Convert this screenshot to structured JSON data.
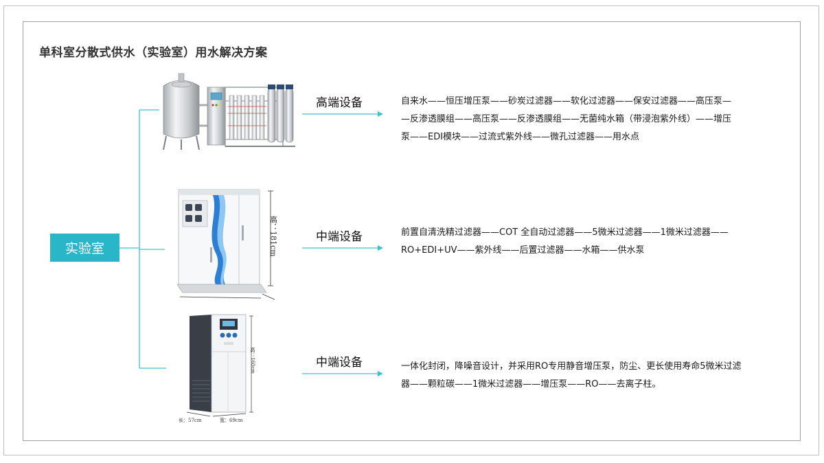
{
  "title": "单科室分散式供水（实验室）用水解决方案",
  "lab_label": "实验室",
  "colors": {
    "accent": "#29b6c8",
    "line": "#3fc0cf"
  },
  "tiers": [
    {
      "label": "高端设备",
      "lines": [
        "自来水——恒压增压泵——砂炭过滤器——软化过滤器——保安过滤器——高压泵—",
        "—反渗透膜组——高压泵——反渗透膜组——无菌纯水箱（带浸泡紫外线）——增压",
        "泵——EDI模块——过流式紫外线——微孔过滤器——用水点"
      ]
    },
    {
      "label": "中端设备",
      "dim_height": "高：181cm",
      "lines": [
        "前置自清洗精过滤器——COT 全自动过滤器——5微米过滤器——1微米过滤器——",
        "RO+EDI+UV——紫外线——后置过滤器——水箱——供水泵"
      ]
    },
    {
      "label": "中端设备",
      "dim_height": "高：160cm",
      "dim_length": "长：57cm",
      "dim_width": "宽：69cm",
      "lines": [
        "一体化封闭，降噪音设计，并采用RO专用静音增压泵，防尘、更长使用寿命5微米过滤",
        "器——颗粒碳——1微米过滤器——增压泵——RO——去离子柱。"
      ]
    }
  ]
}
